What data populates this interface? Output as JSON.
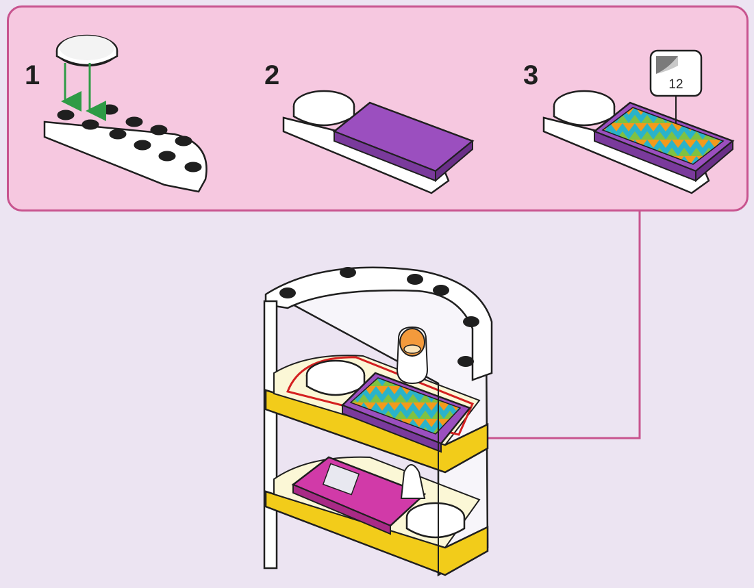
{
  "steps": [
    {
      "number": "1"
    },
    {
      "number": "2"
    },
    {
      "number": "3"
    }
  ],
  "sticker": {
    "number": "12",
    "icon": "sticker-peel-icon"
  },
  "colors": {
    "callout_bg": "#f6c8e0",
    "callout_border": "#c8548f",
    "page_bg": "#ece4f2",
    "purple_tile": "#9b4fbf",
    "magenta_tile": "#d13aa8",
    "frame_yellow": "#f2cc1a",
    "arrow_green": "#2e9b45",
    "highlight_red": "#d42020"
  }
}
